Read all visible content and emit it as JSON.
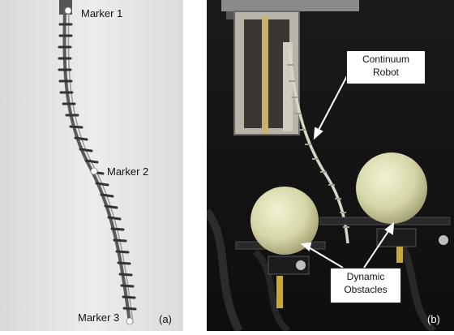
{
  "panel_a": {
    "markers": [
      "Marker 1",
      "Marker 2",
      "Marker 3"
    ],
    "tag": "(a)",
    "background_color": "#e6e6e6",
    "robot_color": "#4a4a4a",
    "marker_color": "#ffffff"
  },
  "panel_b": {
    "callout_robot": [
      "Continuum",
      "Robot"
    ],
    "callout_obstacles": [
      "Dynamic",
      "Obstacles"
    ],
    "tag": "(b)",
    "background_color": "#141414",
    "sphere_color": "#dcdcb0",
    "arrow_color": "#ffffff"
  }
}
